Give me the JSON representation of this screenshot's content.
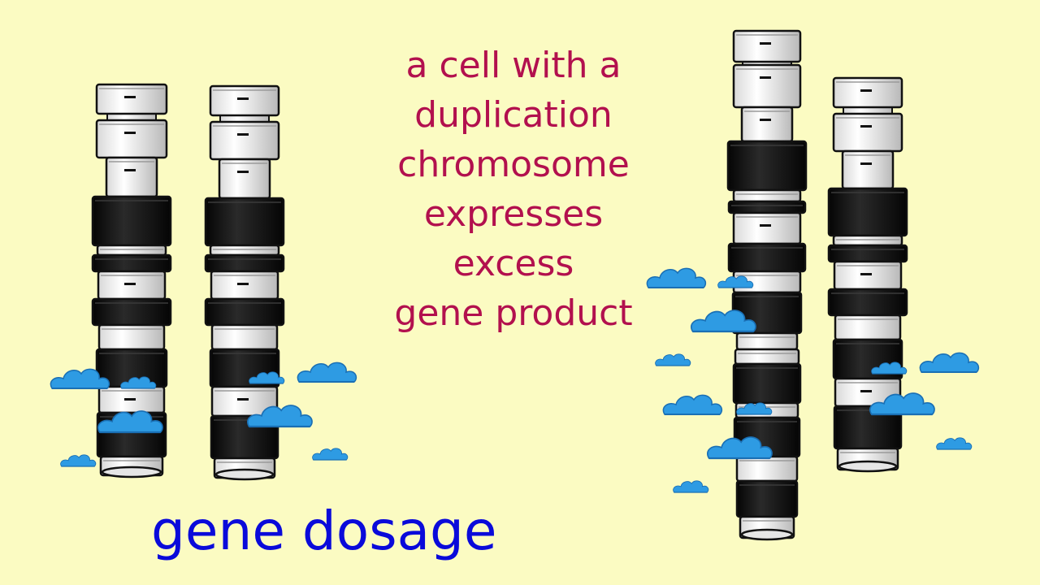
{
  "caption_lines": [
    "a cell with a",
    "duplication",
    "chromosome",
    "expresses",
    "excess",
    "gene product"
  ],
  "title": "gene dosage",
  "colors": {
    "background": "#FBFBC2",
    "caption": "#B2104E",
    "title": "#0A0ADA",
    "band_dark": "#161616",
    "band_light": "#F4F4F4",
    "gene_product": "#2E9BE3"
  },
  "icons": [
    "chromosome-icon",
    "gene-product-cloud-icon"
  ]
}
